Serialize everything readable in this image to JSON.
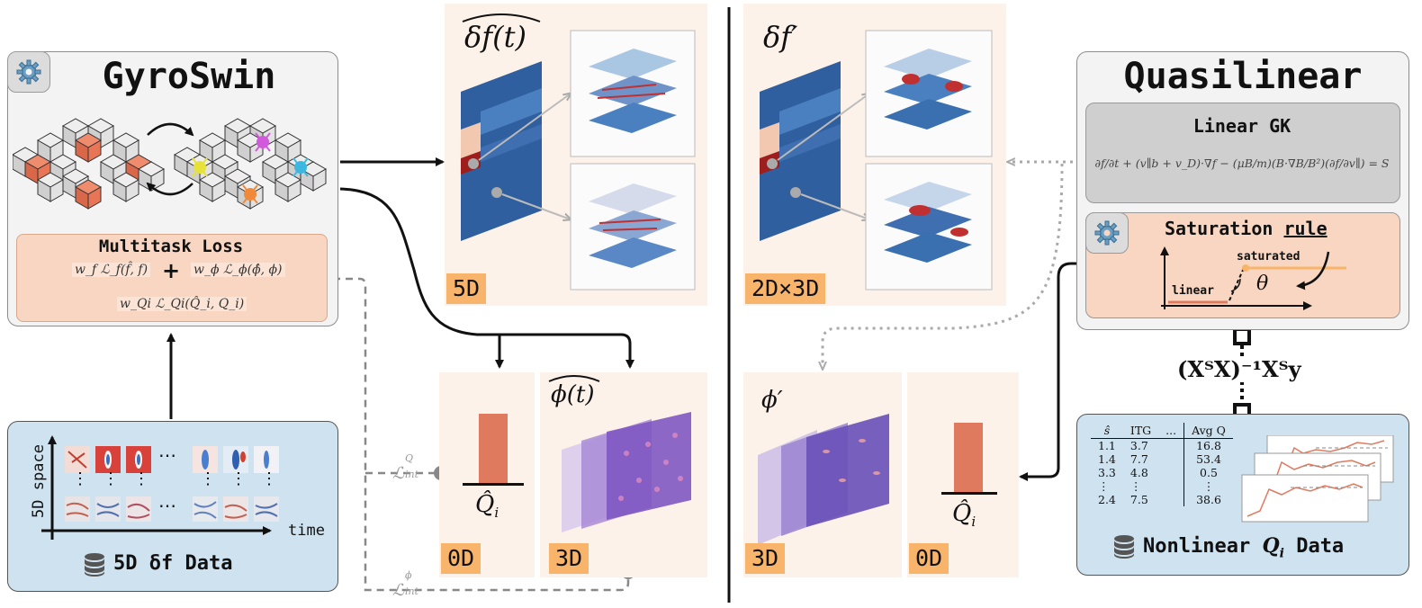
{
  "gyroswin": {
    "title": "GyroSwin",
    "loss_title": "Multitask Loss",
    "loss_terms": [
      "w_f ℒ_f(f̂, f)",
      "w_ϕ ℒ_ϕ(ϕ̂, ϕ)",
      "w_Qi ℒ_Qi(Q̂_i, Q_i)"
    ],
    "plus": "+",
    "icon": "gear-icon"
  },
  "data_5d": {
    "ylabel": "5D space",
    "xlabel": "time",
    "dots": "⋯",
    "vdots": "⋮",
    "caption": "5D δf Data",
    "icon": "database-icon"
  },
  "loss_int": {
    "q_label": "ℒ",
    "q_sup": "Q",
    "q_sub": "int",
    "phi_label": "ℒ",
    "phi_sup": "ϕ",
    "phi_sub": "int"
  },
  "pred_df": {
    "label": "δf(t)",
    "tag": "5D"
  },
  "pred_q": {
    "label": "Q̂",
    "sub": "i",
    "tag": "0D"
  },
  "pred_phi": {
    "label": "ϕ(t)",
    "tag": "3D"
  },
  "ql_df": {
    "label": "δf′",
    "tag": "2D×3D"
  },
  "ql_phi": {
    "label": "ϕ′",
    "tag": "3D"
  },
  "ql_q": {
    "label": "Q̂",
    "sub": "i",
    "tag": "0D"
  },
  "quasilinear": {
    "title": "Quasilinear",
    "linear_gk_title": "Linear GK",
    "equation": "∂f/∂t + (v∥b + v_D)·∇f − (μB/m)(B·∇B/B²)(∂f/∂v∥) = S",
    "sat_title": "Saturation ",
    "sat_title_u": "rule",
    "saturated_label": "saturated",
    "linear_label": "linear",
    "theta": "θ",
    "icon": "gear-icon"
  },
  "regression": {
    "formula": "(XᵀX)⁻¹Xᵀy"
  },
  "nonlinear": {
    "caption_pre": "Nonlinear ",
    "caption_q": "Q",
    "caption_sub": "i",
    "caption_post": " Data",
    "icon": "database-icon",
    "table_headers": [
      "ŝ",
      "ITG",
      "...",
      "Avg Q"
    ],
    "table_rows": [
      [
        "1.1",
        "3.7",
        "",
        "16.8"
      ],
      [
        "1.4",
        "7.7",
        "",
        "53.4"
      ],
      [
        "3.3",
        "4.8",
        "",
        "0.5"
      ],
      [
        "⋮",
        "⋮",
        "",
        "⋮"
      ],
      [
        "2.4",
        "7.5",
        "",
        "38.6"
      ]
    ]
  },
  "colors": {
    "accent_orange": "#e07a5f",
    "tag_orange": "#f7b46a",
    "data_blue": "#cfe2f0",
    "peach": "#fdf2ea",
    "loss_peach": "#f8d6c2"
  }
}
